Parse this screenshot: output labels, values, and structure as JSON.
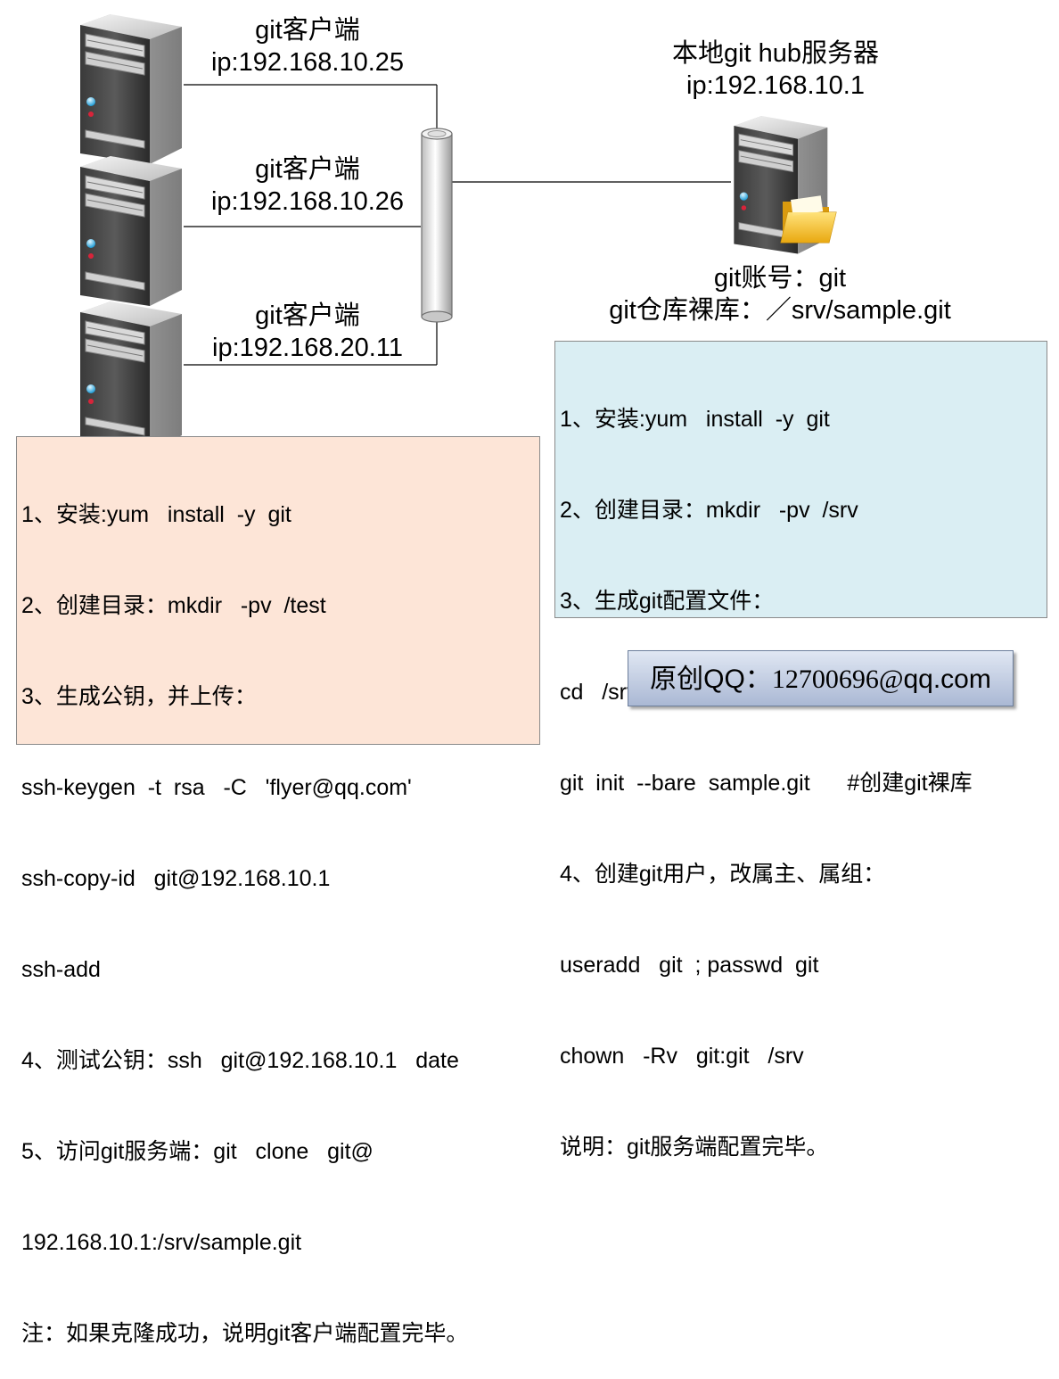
{
  "clients": [
    {
      "role": "git客户端",
      "ip": "ip:192.168.10.25"
    },
    {
      "role": "git客户端",
      "ip": "ip:192.168.10.26"
    },
    {
      "role": "git客户端",
      "ip": "ip:192.168.20.11"
    }
  ],
  "server": {
    "title": "本地git  hub服务器",
    "ip": "ip:192.168.10.1",
    "account": "git账号：git",
    "repo": "git仓库裸库：／srv/sample.git"
  },
  "client_steps": [
    "1、安装:yum   install  -y  git",
    "2、创建目录：mkdir   -pv  /test",
    "3、生成公钥，并上传：",
    "ssh-keygen  -t  rsa   -C   'flyer@qq.com'",
    "ssh-copy-id   git@192.168.10.1",
    "ssh-add",
    "4、测试公钥：ssh   git@192.168.10.1   date",
    "5、访问git服务端：git   clone   git@",
    "192.168.10.1:/srv/sample.git",
    "注：如果克隆成功，说明git客户端配置完毕。"
  ],
  "server_steps": [
    "1、安装:yum   install  -y  git",
    "2、创建目录：mkdir   -pv  /srv",
    "3、生成git配置文件：",
    "cd   /srv",
    "git  init  --bare  sample.git      #创建git裸库",
    "4、创建git用户，改属主、属组：",
    "useradd   git  ; passwd  git",
    "chown   -Rv   git:git   /srv",
    "说明：git服务端配置完毕。"
  ],
  "contact": {
    "label": "原创QQ：",
    "number": "12700696@",
    "domain": "qq.com"
  },
  "icons": {
    "client": "server-tower-icon",
    "server": "server-tower-icon",
    "folder": "folder-icon",
    "hub": "network-hub-cylinder-icon"
  },
  "colors": {
    "client_box": "#fde5d7",
    "server_box": "#daeef3",
    "contact_box": "#b8c6e0",
    "folder": "#f7c531"
  }
}
